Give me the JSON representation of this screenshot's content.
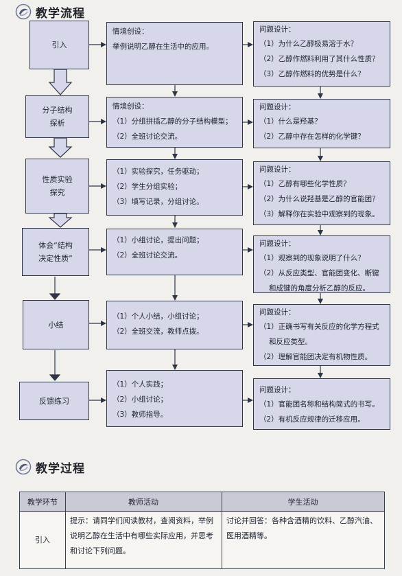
{
  "headings": {
    "flow": "教学流程",
    "process": "教学过程"
  },
  "flow": [
    {
      "stage": [
        "引入"
      ],
      "content": [
        "情境创设：",
        "举例说明乙醇在生活中的应用。"
      ],
      "questions": {
        "title": "问题设计：",
        "items": [
          "（1）为什么乙醇极易溶于水？",
          "（2）乙醇作燃料利用了其什么性质？",
          "（3）乙醇作燃料的优势是什么？"
        ]
      }
    },
    {
      "stage": [
        "分子结构",
        "探析"
      ],
      "content": [
        "情境创设：",
        "（1）分组拼插乙醇的分子结构模型；",
        "（2）全班讨论交流。"
      ],
      "questions": {
        "title": "问题设计：",
        "items": [
          "（1）什么是羟基？",
          "（2）乙醇中存在怎样的化学键？"
        ]
      }
    },
    {
      "stage": [
        "性质实验",
        "探究"
      ],
      "content": [
        "（1）实验探究，任务驱动；",
        "（2）学生分组实验；",
        "（3）填写记录，分组讨论。"
      ],
      "questions": {
        "title": "问题设计：",
        "items": [
          "（1）乙醇有哪些化学性质？",
          "（2）为什么说羟基是乙醇的官能团？",
          "（3）解释你在实验中观察到的现象。"
        ]
      }
    },
    {
      "stage": [
        "体会“结构",
        "决定性质”"
      ],
      "content": [
        "（1）小组讨论，提出问题；",
        "（2）全班讨论交流。"
      ],
      "questions": {
        "title": "问题设计：",
        "items": [
          "（1）观察到的现象说明了什么？",
          "（2）从反应类型、官能团变化、断键",
          "和成键的角度分析乙醇的反应。"
        ]
      }
    },
    {
      "stage": [
        "小结"
      ],
      "content": [
        "（1）个人小结，小组讨论；",
        "（2）全班交流，教师点拨。"
      ],
      "questions": {
        "title": "问题设计：",
        "items": [
          "（1）正确书写有关反应的化学方程式",
          "和反应类型。",
          "（2）理解官能团决定有机物性质。"
        ]
      }
    },
    {
      "stage": [
        "反馈练习"
      ],
      "content": [
        "（1）个人实践；",
        "（2）小组讨论；",
        "（3）教师指导。"
      ],
      "questions": {
        "title": "问题设计：",
        "items": [
          "（1）官能团名称和结构简式的书写。",
          "（2）有机反应规律的迁移应用。"
        ]
      }
    }
  ],
  "table": {
    "headers": [
      "教学环节",
      "教师活动",
      "学生活动"
    ],
    "row": {
      "stage": "引入",
      "teacher": "提示：请同学们阅读教材，查阅资料，举例说明乙醇在生活中有哪些实际应用，并思考和讨论下列问题。",
      "student": "讨论并回答：各种含酒精的饮料、乙醇汽油、医用酒精等。"
    }
  },
  "colors": {
    "box_fill": "#d6d7e8",
    "border": "#2e3546",
    "header_fill": "#c9cad6",
    "page": "#f1f0ec"
  }
}
